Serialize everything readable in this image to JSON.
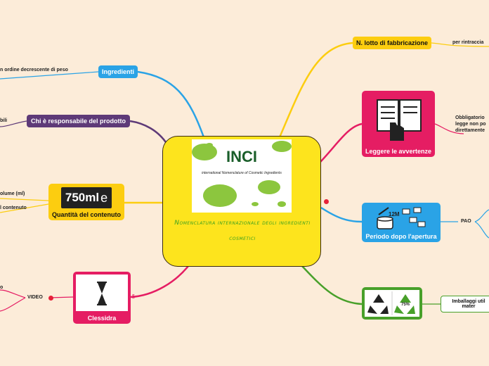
{
  "center": {
    "title": "Nomenclatura internazionale degli ingredienti cosmetici",
    "card_logo": "INCI",
    "card_subtitle": "international Nomenclature of Cosmetic Ingredients"
  },
  "nodes": {
    "lotto": {
      "label": "N. lotto di fabbricazione",
      "color": "#fccd10"
    },
    "ingredienti": {
      "label": "Ingredienti",
      "color": "#2aa3e6"
    },
    "responsabile": {
      "label": "Chi è responsabile del prodotto",
      "color": "#5e3a78"
    },
    "quantita": {
      "label": "Quantità del contenuto",
      "color": "#fccd10",
      "image_text": "750ml",
      "estimated_mark": "e"
    },
    "clessidra": {
      "label": "Clessidra",
      "color": "#e51d63"
    },
    "avvertenze": {
      "label": "Leggere le avvertenze",
      "color": "#e51d63"
    },
    "periodo": {
      "label": "Periodo dopo l'apertura",
      "color": "#2aa3e6",
      "jar_text": "12M"
    },
    "riciclo": {
      "color": "#48a02a",
      "percent_text": "75%"
    }
  },
  "leaves": {
    "lotto_leaf": "per rintraccia",
    "ingredienti_leaf": "n ordine decrescente di peso",
    "responsabile_leaf": "bili",
    "quantita_leaf1": "olume (ml)",
    "quantita_leaf2": "l contenuto",
    "video": "VIDEO",
    "video_leaf": "o",
    "avvertenze_leaf1": "Obbligatorio",
    "avvertenze_leaf2": "legge non po",
    "avvertenze_leaf3": "direttamente",
    "pao": "PAO",
    "riciclo_leaf1": "Imballaggi util",
    "riciclo_leaf2": "mater"
  }
}
